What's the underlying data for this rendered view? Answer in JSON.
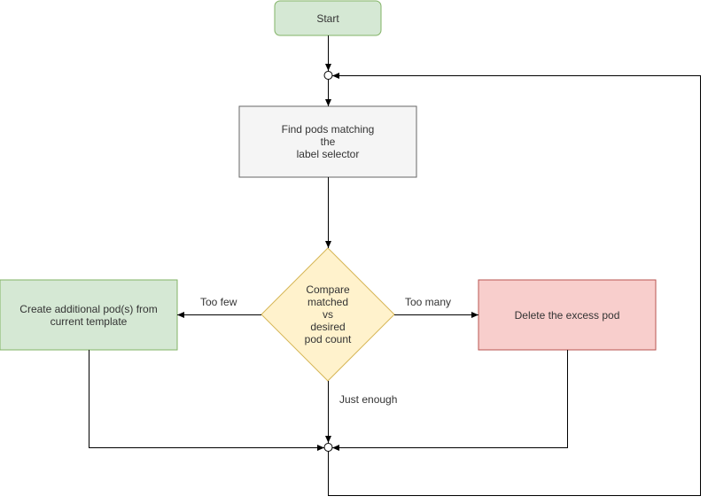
{
  "nodes": {
    "start": {
      "text": "Start",
      "fill": "#d5e8d4",
      "stroke": "#82b366"
    },
    "find_pods": {
      "text": "Find pods matching\nthe\nlabel selector",
      "fill": "#f5f5f5",
      "stroke": "#666666"
    },
    "compare": {
      "text": "Compare\nmatched\nvs\ndesired\npod count",
      "fill": "#fff2cc",
      "stroke": "#d6b656"
    },
    "create_pods": {
      "text": "Create additional pod(s) from\ncurrent template",
      "fill": "#d5e8d4",
      "stroke": "#82b366"
    },
    "delete_pod": {
      "text": "Delete the excess pod",
      "fill": "#f8cecc",
      "stroke": "#b85450"
    }
  },
  "edge_labels": {
    "too_few": "Too few",
    "too_many": "Too many",
    "just_enough": "Just enough"
  },
  "colors": {
    "edge": "#000000",
    "text": "#333333"
  }
}
